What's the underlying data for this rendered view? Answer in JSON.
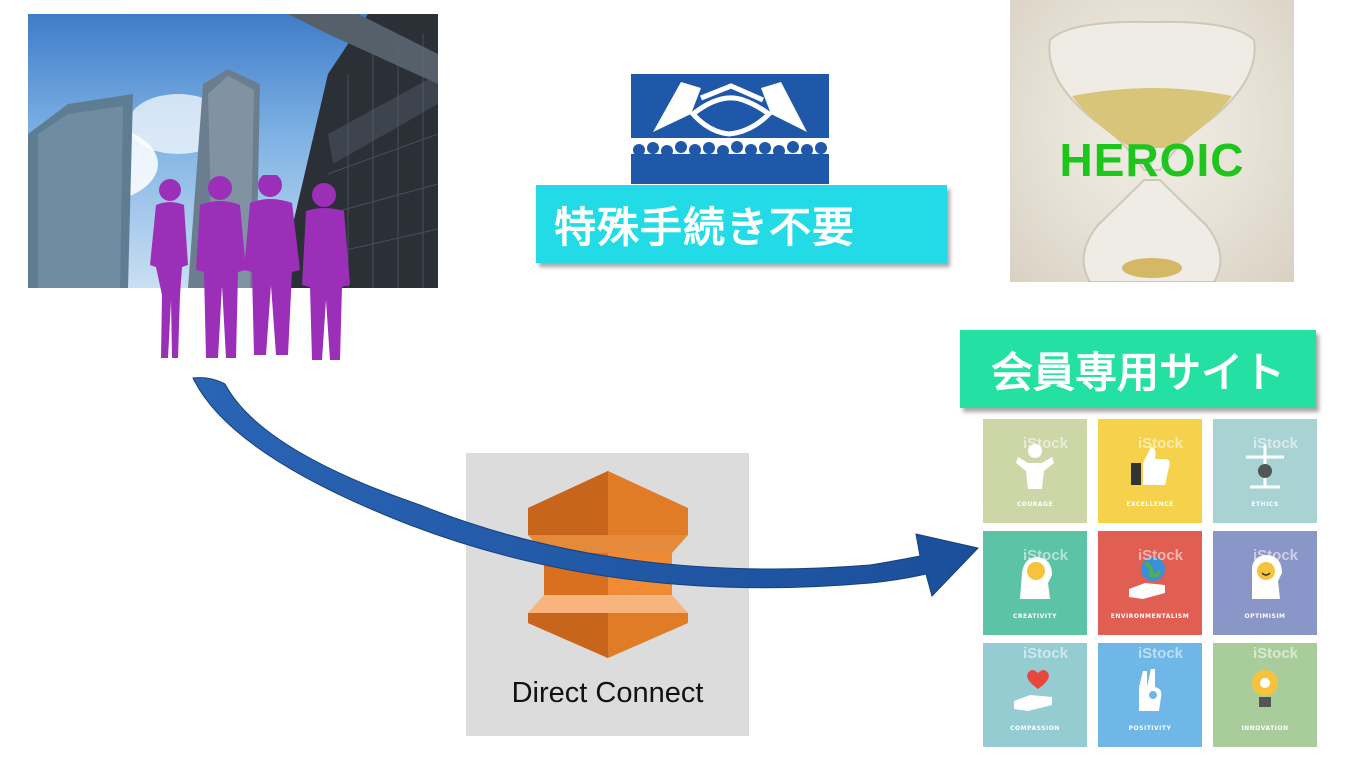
{
  "banners": {
    "top": "特殊手続き不要",
    "right": "会員専用サイト"
  },
  "hourglass": {
    "overlay_text": "HEROIC"
  },
  "service": {
    "label": "Direct Connect"
  },
  "icon_grid": {
    "watermark": "iStock",
    "tiles": [
      {
        "label": "COURAGE",
        "color": "#cdd6a7",
        "icon": "strong-person-icon"
      },
      {
        "label": "EXCELLENCE",
        "color": "#f6d24c",
        "icon": "thumbs-up-icon"
      },
      {
        "label": "ETHICS",
        "color": "#a9d3d3",
        "icon": "scales-icon"
      },
      {
        "label": "CREATIVITY",
        "color": "#5cc3a6",
        "icon": "idea-head-icon"
      },
      {
        "label": "ENVIRONMENTALISM",
        "color": "#e05e52",
        "icon": "globe-in-hand-icon"
      },
      {
        "label": "OPTIMISIM",
        "color": "#8a96c8",
        "icon": "smile-head-icon"
      },
      {
        "label": "COMPASSION",
        "color": "#95ccd2",
        "icon": "heart-in-hand-icon"
      },
      {
        "label": "POSITIVITY",
        "color": "#6fb7e6",
        "icon": "ok-hand-icon"
      },
      {
        "label": "INNOVATION",
        "color": "#a9cd9a",
        "icon": "lightbulb-gear-icon"
      }
    ]
  },
  "colors": {
    "people": "#9b2fb8",
    "arrow": "#1e5aa8",
    "banner_cyan": "#22dbe6",
    "banner_green": "#24e0a2",
    "heroic_green": "#1dc51d"
  }
}
